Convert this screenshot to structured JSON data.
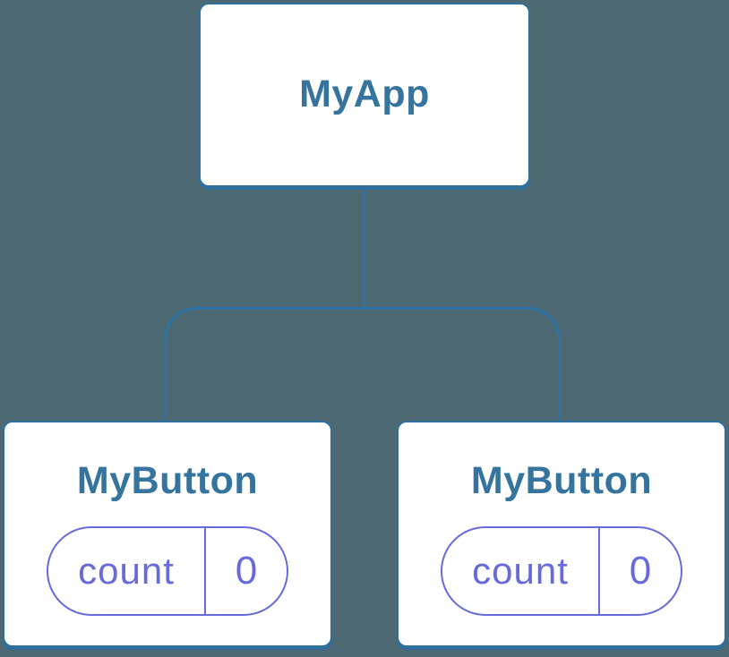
{
  "diagram": {
    "type": "component-tree",
    "colors": {
      "background": "#4D6A74",
      "connector": "#2E73A6",
      "card_border": "#2E6F9E",
      "card_background": "#FFFFFF",
      "component_text": "#35749E",
      "state_accent": "#666ADB"
    },
    "root": {
      "label": "MyApp"
    },
    "children": [
      {
        "label": "MyButton",
        "state": {
          "key": "count",
          "value": "0"
        }
      },
      {
        "label": "MyButton",
        "state": {
          "key": "count",
          "value": "0"
        }
      }
    ]
  }
}
